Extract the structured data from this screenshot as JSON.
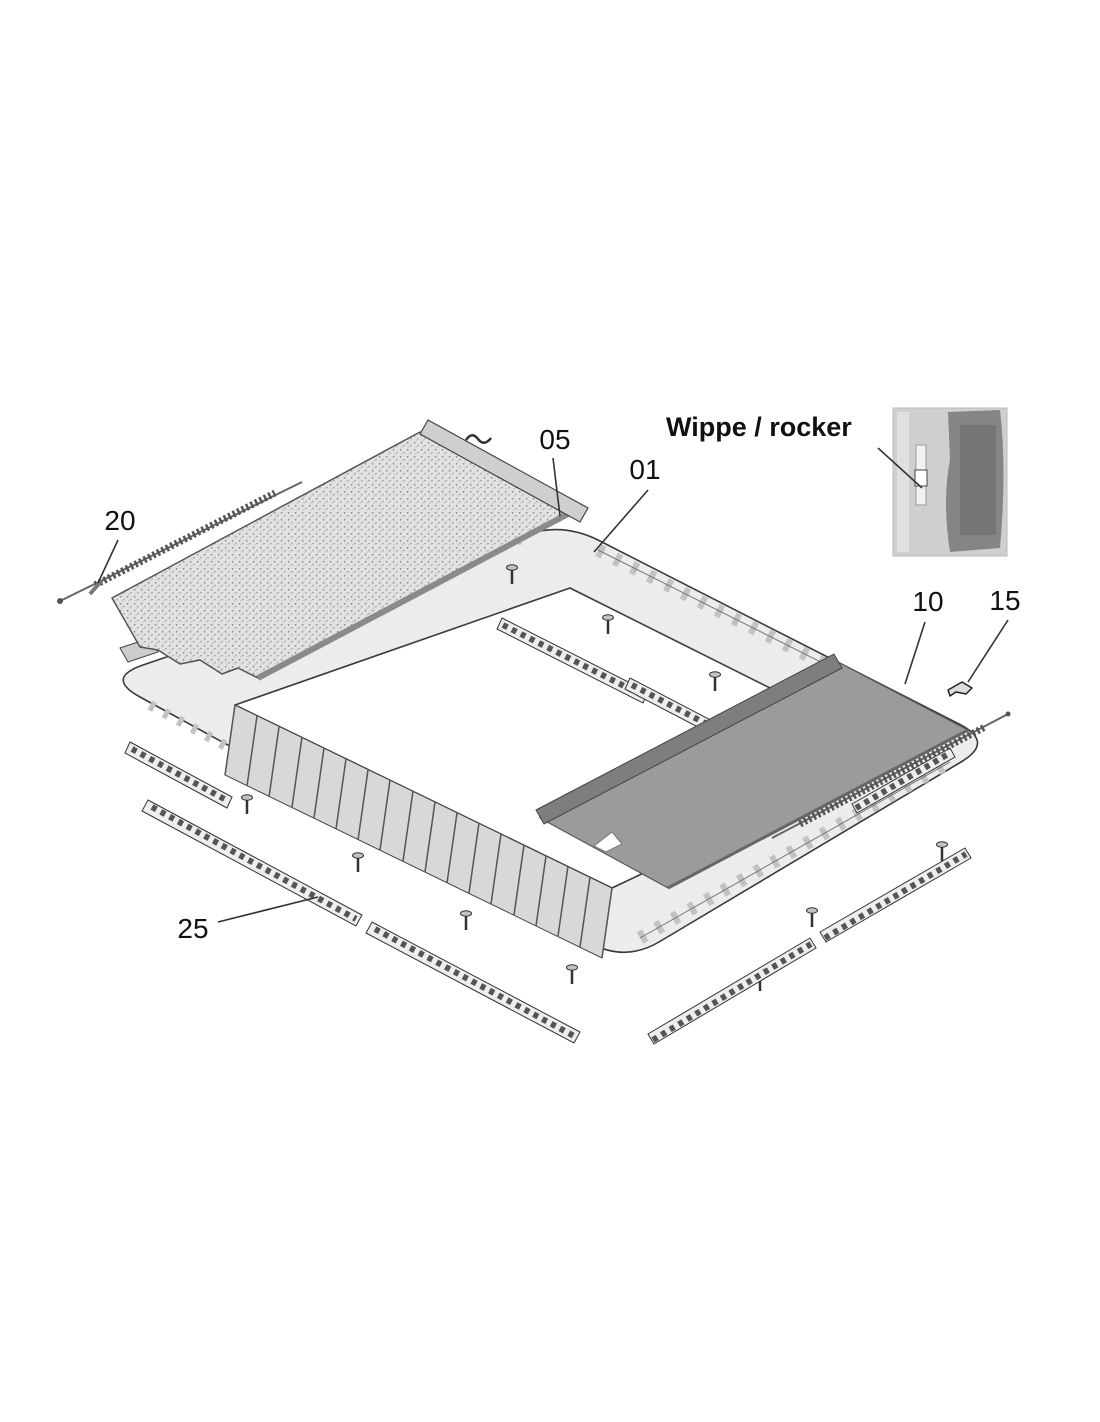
{
  "diagram": {
    "callout_label": "Wippe / rocker",
    "part_labels": {
      "p20": "20",
      "p05": "05",
      "p01": "01",
      "p10": "10",
      "p15": "15",
      "p25": "25"
    },
    "colors": {
      "background": "#ffffff",
      "line": "#3a3a3a",
      "frame_fill": "#ececec",
      "sunshade_fill": "#dedede",
      "shade_fill": "#9b9b9b"
    }
  }
}
